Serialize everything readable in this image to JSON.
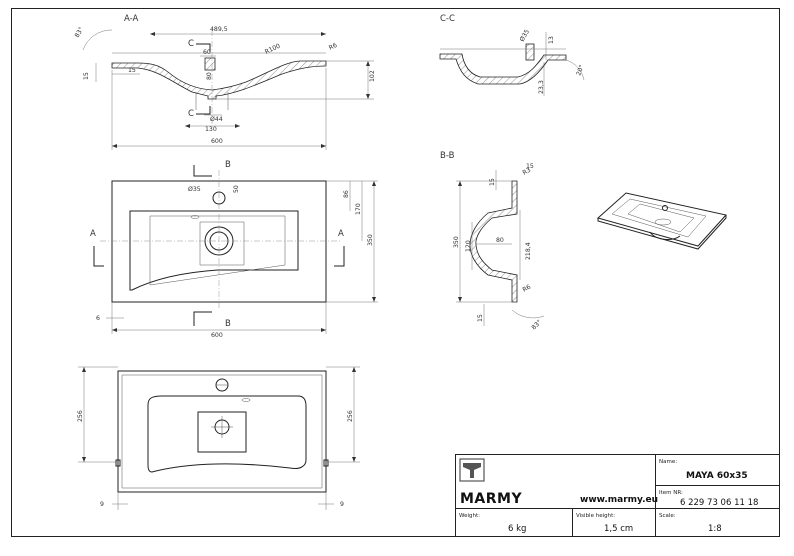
{
  "views": {
    "section_aa": "A-A",
    "section_cc": "C-C",
    "section_bb": "B-B",
    "cut_a": "A",
    "cut_b": "B",
    "cut_c": "C"
  },
  "dimensions": {
    "aa_489": "489,5",
    "aa_60": "60",
    "aa_r100": "R100",
    "aa_r6": "R6",
    "aa_15a": "15",
    "aa_15b": "15",
    "aa_80": "80",
    "aa_102": "102",
    "aa_d44": "Ø44",
    "aa_130": "130",
    "aa_600": "600",
    "aa_angle": "83°",
    "cc_d35": "Ø35",
    "cc_13": "13",
    "cc_20": "20°",
    "cc_233": "23,3",
    "top_d35": "Ø35",
    "top_50": "50",
    "top_86": "86",
    "top_170": "170",
    "top_350": "350",
    "top_6": "6",
    "top_600": "600",
    "bb_15a": "15",
    "bb_r3": "R3",
    "bb_15b": "15",
    "bb_350": "350",
    "bb_120": "120",
    "bb_80": "80",
    "bb_2184": "218,4",
    "bb_r6": "R6",
    "bb_15c": "15",
    "bb_angle": "83°",
    "bot_256a": "256",
    "bot_256b": "256",
    "bot_9a": "9",
    "bot_9b": "9"
  },
  "title_block": {
    "brand": "MARMY",
    "website": "www.marmy.eu",
    "name_label": "Name:",
    "name_value": "MAYA 60x35",
    "item_label": "Item NR:",
    "item_value": "6 229 73 06 11 18",
    "weight_label": "Weight:",
    "weight_value": "6 kg",
    "visible_label": "Visible height:",
    "visible_value": "1,5 cm",
    "scale_label": "Scale:",
    "scale_value": "1:8"
  }
}
